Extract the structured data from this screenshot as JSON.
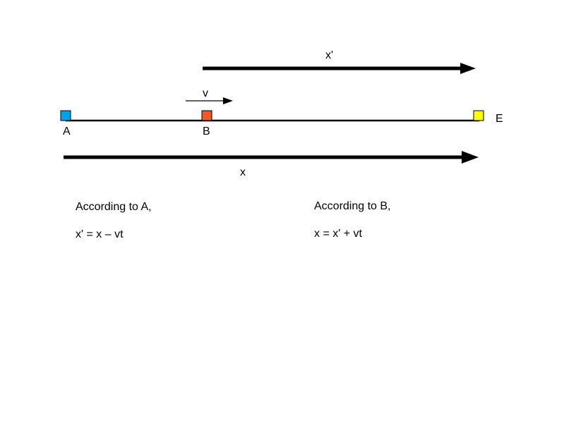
{
  "points": {
    "a": {
      "label": "A",
      "color": "#00a2e8"
    },
    "b": {
      "label": "B",
      "color": "#ed5a2a"
    },
    "e": {
      "label": "E",
      "color": "#ffff00"
    }
  },
  "arrows": {
    "x_prime": {
      "label": "x'"
    },
    "velocity": {
      "label": "v"
    },
    "x": {
      "label": "x"
    }
  },
  "notes": {
    "a": {
      "heading": "According to A,",
      "equation": "x' = x – vt"
    },
    "b": {
      "heading": "According to B,",
      "equation": "x = x' + vt"
    }
  }
}
